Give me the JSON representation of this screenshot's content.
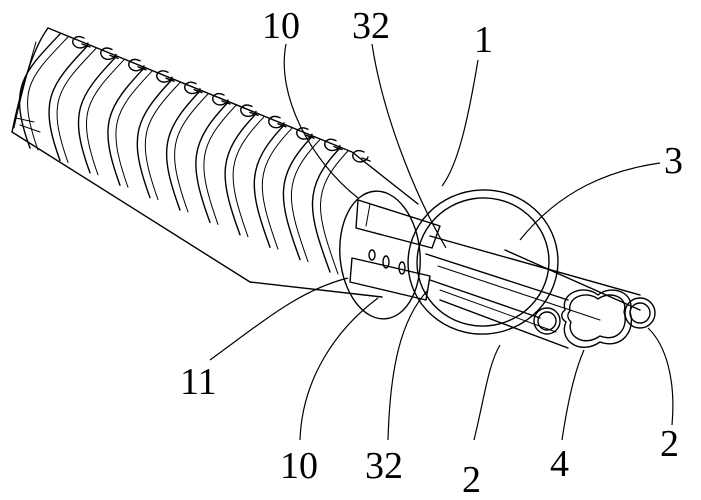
{
  "figure": {
    "labels": {
      "top_10": "10",
      "top_32": "32",
      "top_1": "1",
      "right_3": "3",
      "left_11": "11",
      "bottom_10": "10",
      "bottom_32": "32",
      "bottom_2a": "2",
      "bottom_4": "4",
      "right_2b": "2"
    }
  }
}
